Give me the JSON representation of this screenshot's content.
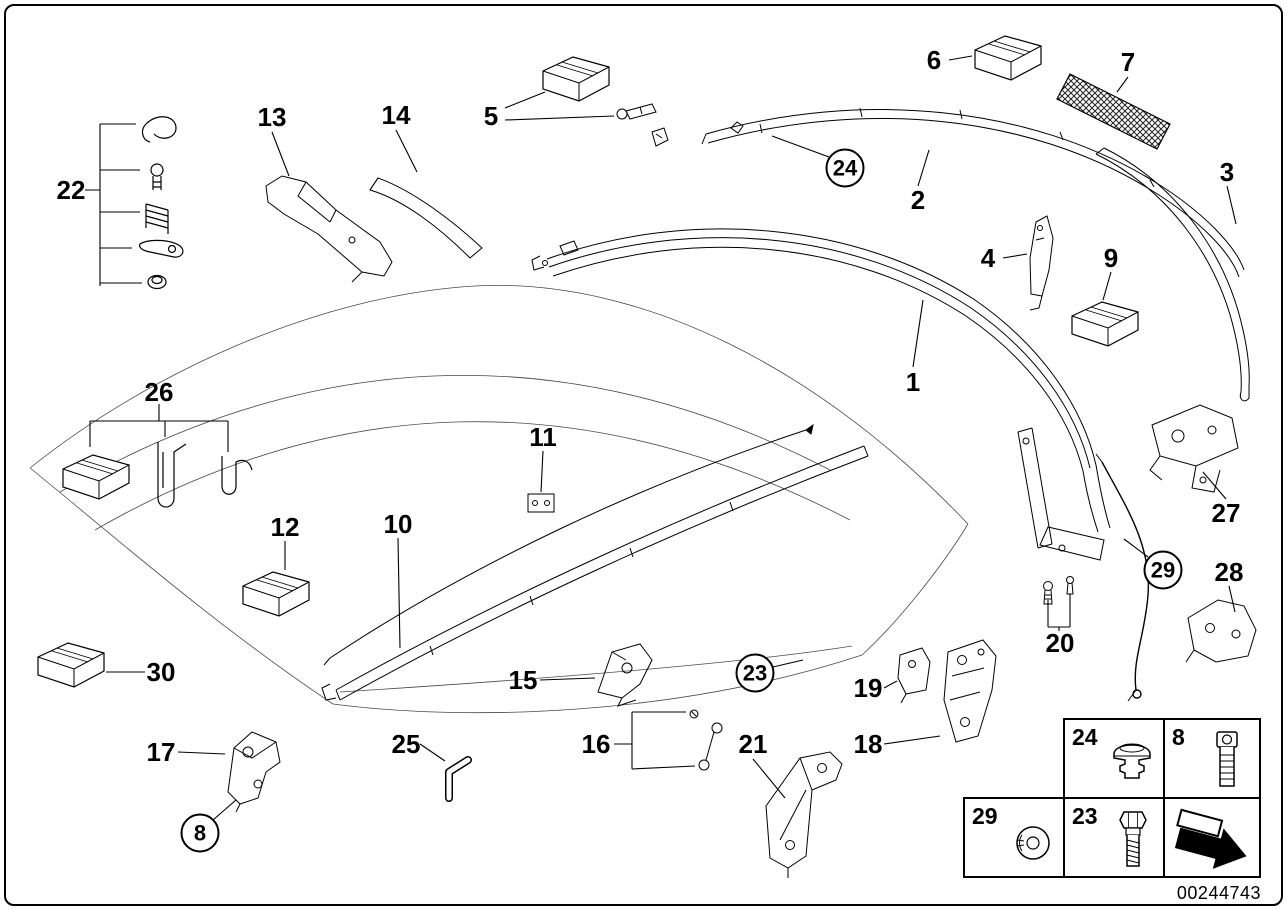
{
  "page": {
    "doc_number": "00244743"
  },
  "labels": {
    "l1": "1",
    "l2": "2",
    "l3": "3",
    "l4": "4",
    "l5": "5",
    "l6": "6",
    "l7": "7",
    "l8": "8",
    "l9": "9",
    "l10": "10",
    "l11": "11",
    "l12": "12",
    "l13": "13",
    "l14": "14",
    "l15": "15",
    "l16": "16",
    "l17": "17",
    "l18": "18",
    "l19": "19",
    "l20": "20",
    "l21": "21",
    "l22": "22",
    "l23": "23",
    "l24": "24",
    "l25": "25",
    "l26": "26",
    "l27": "27",
    "l28": "28",
    "l29": "29",
    "l30": "30"
  },
  "legend": {
    "cells": [
      {
        "label": "24",
        "icon": "rivet-plug-icon"
      },
      {
        "label": "8",
        "icon": "socket-head-screw-icon"
      },
      {
        "label": "29",
        "icon": "grommet-icon"
      },
      {
        "label": "23",
        "icon": "hex-bolt-icon"
      },
      {
        "label": "",
        "icon": "continue-arrow-icon"
      }
    ]
  }
}
